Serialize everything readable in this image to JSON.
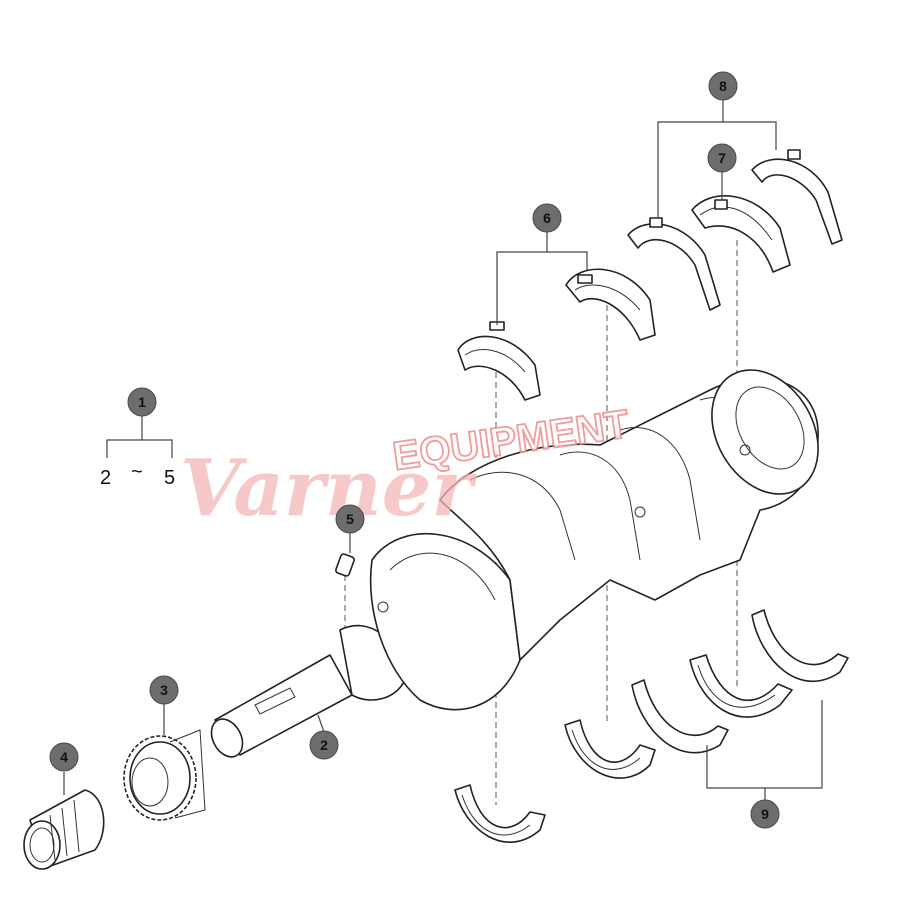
{
  "callouts": {
    "c1": "1",
    "c2": "2",
    "c3": "3",
    "c4": "4",
    "c5": "5",
    "c6": "6",
    "c7": "7",
    "c8": "8",
    "c9": "9"
  },
  "range": {
    "from": "2",
    "sep": "~",
    "to": "5"
  },
  "watermark": {
    "script": "Varner",
    "block": "EQUIPMENT"
  },
  "colors": {
    "callout_fill": "#6d6d6d",
    "line": "#222222",
    "watermark": "#f08a8a"
  }
}
